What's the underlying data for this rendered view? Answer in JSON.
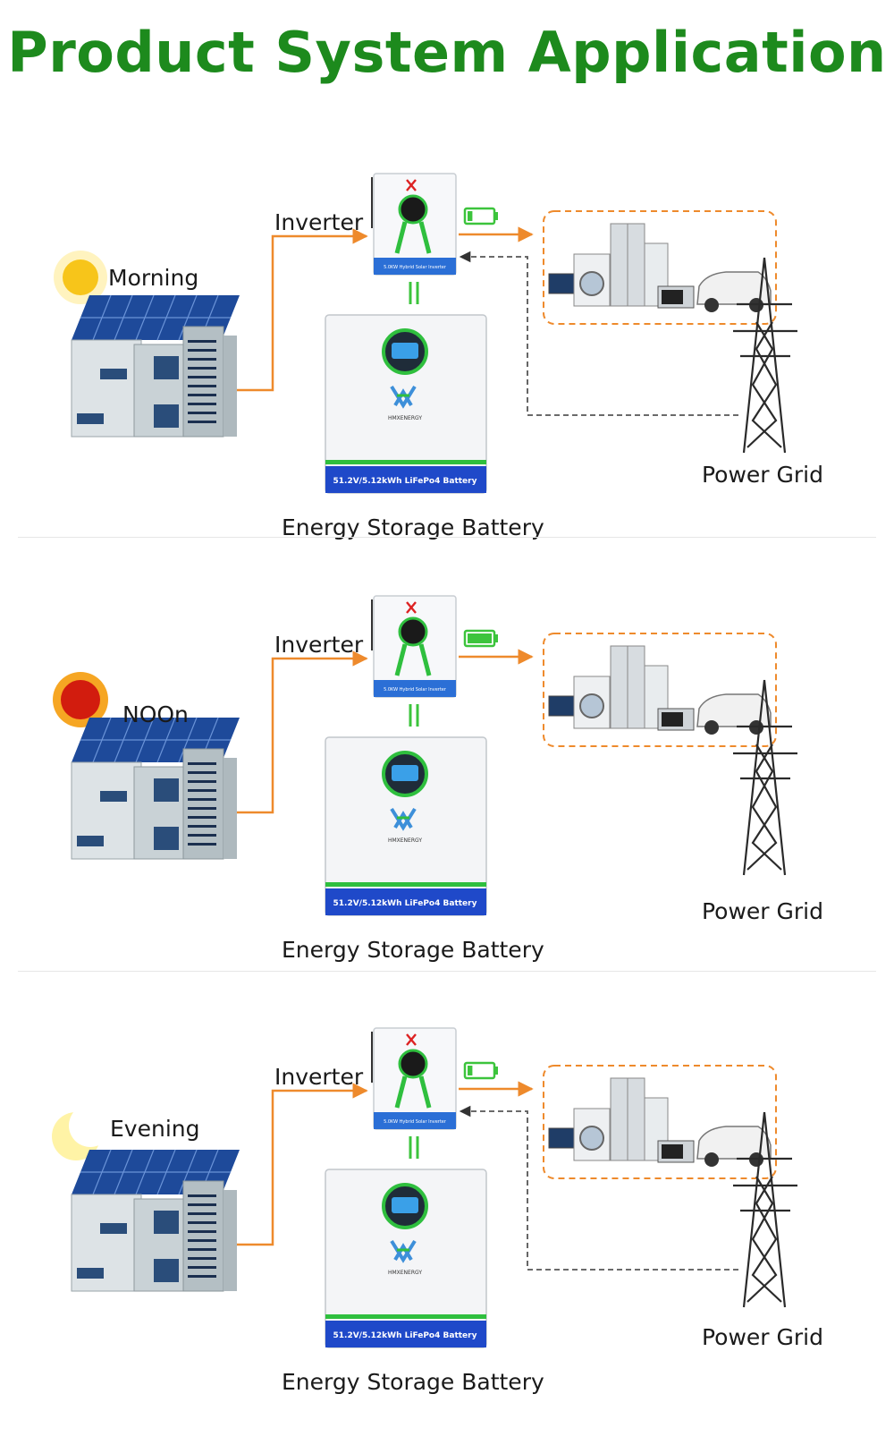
{
  "title": "Product System Application",
  "brand": "HMXENERGY",
  "inverter_model": "5.0KW Hybrid Solar Inverter",
  "battery_model": "51.2V/5.12kWh LiFePo4 Battery",
  "colors": {
    "title_green": "#1d8a1d",
    "flow_orange": "#ee8a2c",
    "battery_green": "#3cc43c",
    "battery_blue": "#1f49c9",
    "grid_dashed": "#555555"
  },
  "scenarios": [
    {
      "time_label": "Morning",
      "time_icon": "sun-icon",
      "inverter_label": "Inverter",
      "battery_label": "Energy Storage Battery",
      "grid_label": "Power Grid",
      "battery_level": 0.2,
      "grid_feeds_loads": true
    },
    {
      "time_label": "NOOn",
      "time_icon": "red-sun-icon",
      "inverter_label": "Inverter",
      "battery_label": "Energy Storage Battery",
      "grid_label": "Power Grid",
      "battery_level": 1.0,
      "grid_feeds_loads": false
    },
    {
      "time_label": "Evening",
      "time_icon": "moon-icon",
      "inverter_label": "Inverter",
      "battery_label": "Energy Storage Battery",
      "grid_label": "Power Grid",
      "battery_level": 0.2,
      "grid_feeds_loads": true
    }
  ]
}
